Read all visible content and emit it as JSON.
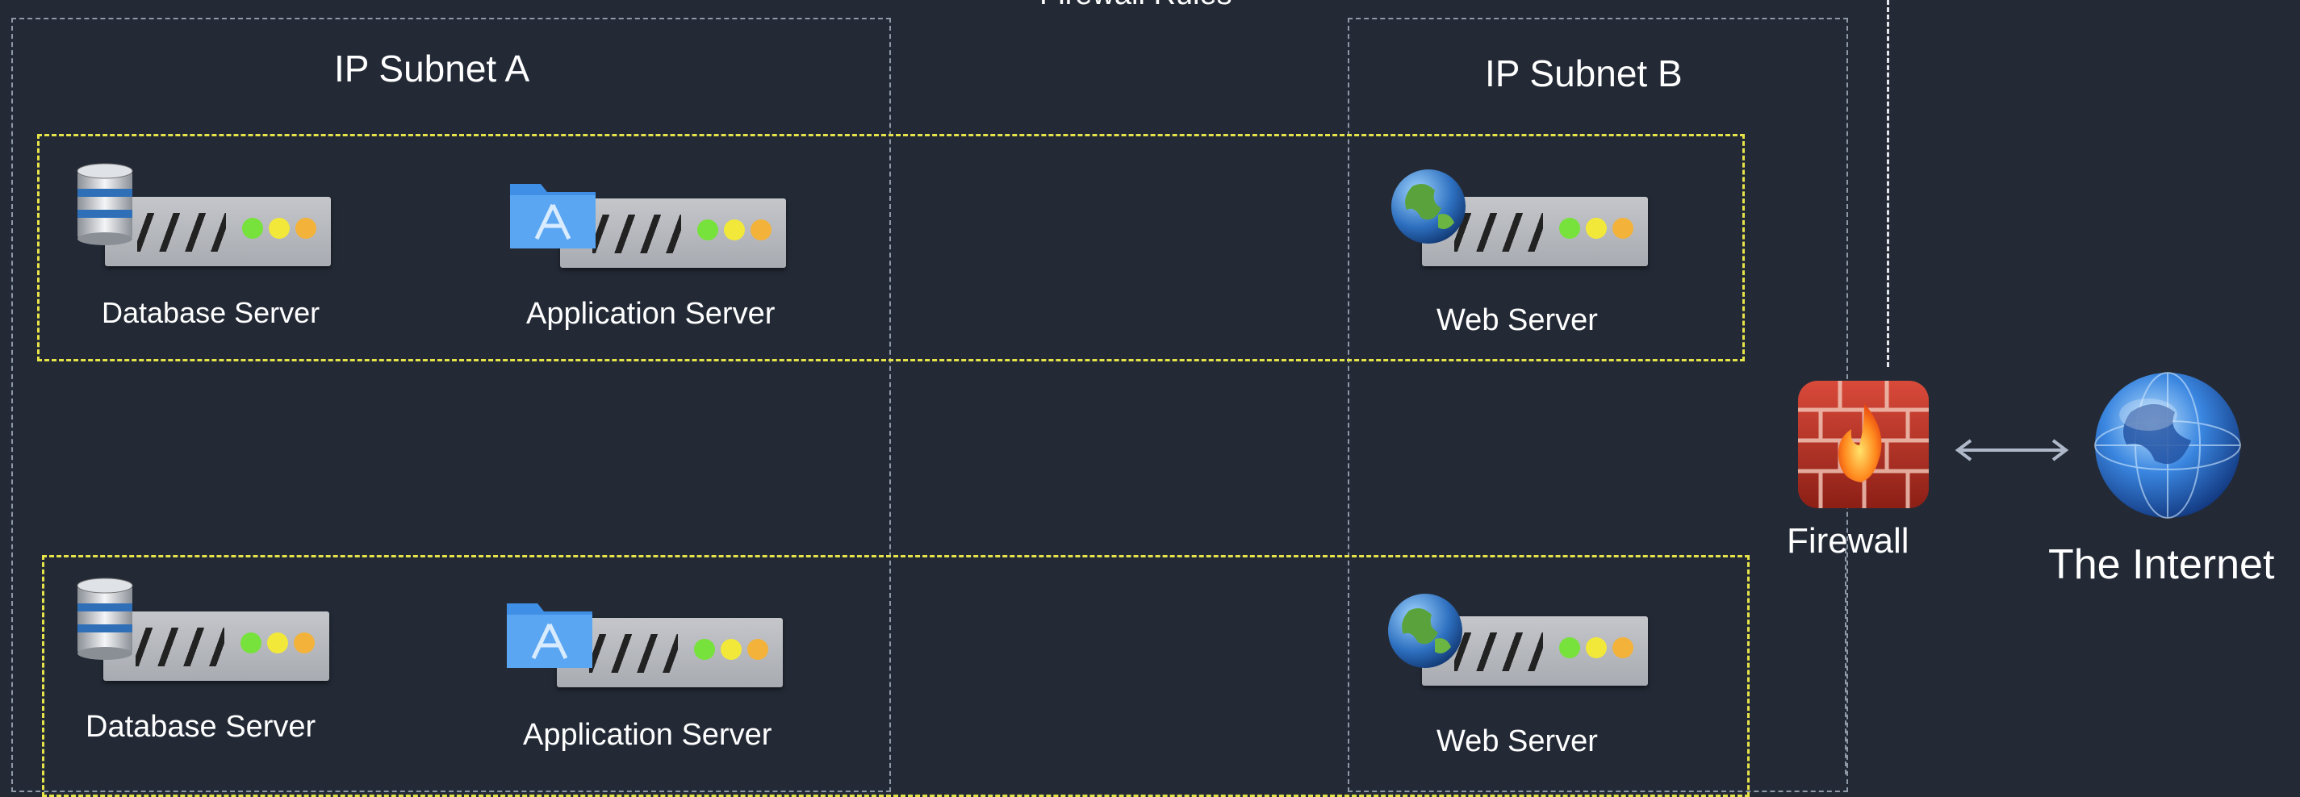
{
  "diagram": {
    "top_label": "Firewall Rules",
    "subnet_a_title": "IP Subnet A",
    "subnet_b_title": "IP Subnet B",
    "tier1": {
      "db_label": "Database Server",
      "app_label": "Application Server",
      "web_label": "Web Server"
    },
    "tier2": {
      "db_label": "Database Server",
      "app_label": "Application Server",
      "web_label": "Web Server"
    },
    "firewall_label": "Firewall",
    "internet_label": "The Internet",
    "icons": [
      "database-icon",
      "app-folder-icon",
      "globe-icon",
      "firewall-icon",
      "internet-globe-icon",
      "double-arrow-icon"
    ],
    "colors": {
      "background": "#232a36",
      "subnet_border": "#8f98a6",
      "tier_border": "#e7e44a",
      "led_green": "#77e23b",
      "led_yellow": "#f2e83a",
      "led_orange": "#f3b23a"
    }
  }
}
